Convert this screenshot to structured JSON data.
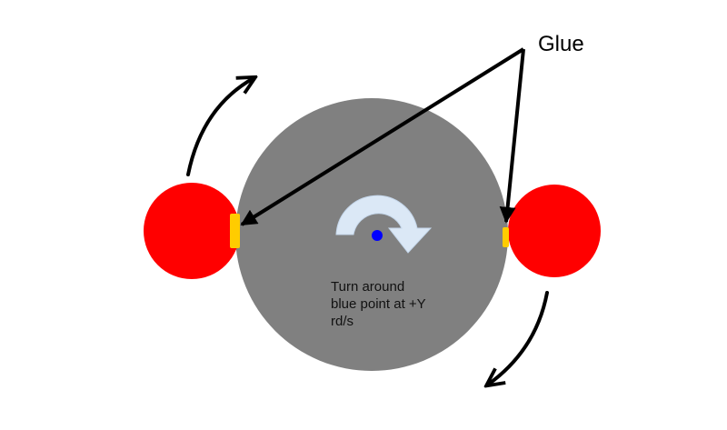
{
  "labels": {
    "glue": "Glue",
    "description": [
      "Turn around",
      "blue point at +Y",
      "rd/s"
    ]
  },
  "colors": {
    "disk": "#808080",
    "ball": "#ff0000",
    "glue": "#ffcc00",
    "pivot": "#0000ff",
    "rotation_arrow": "#dbe8f6",
    "arrow": "#000000"
  },
  "icons": {
    "rotation": "clockwise-rotation-arrow-icon",
    "pivot": "blue-pivot-point-icon"
  }
}
